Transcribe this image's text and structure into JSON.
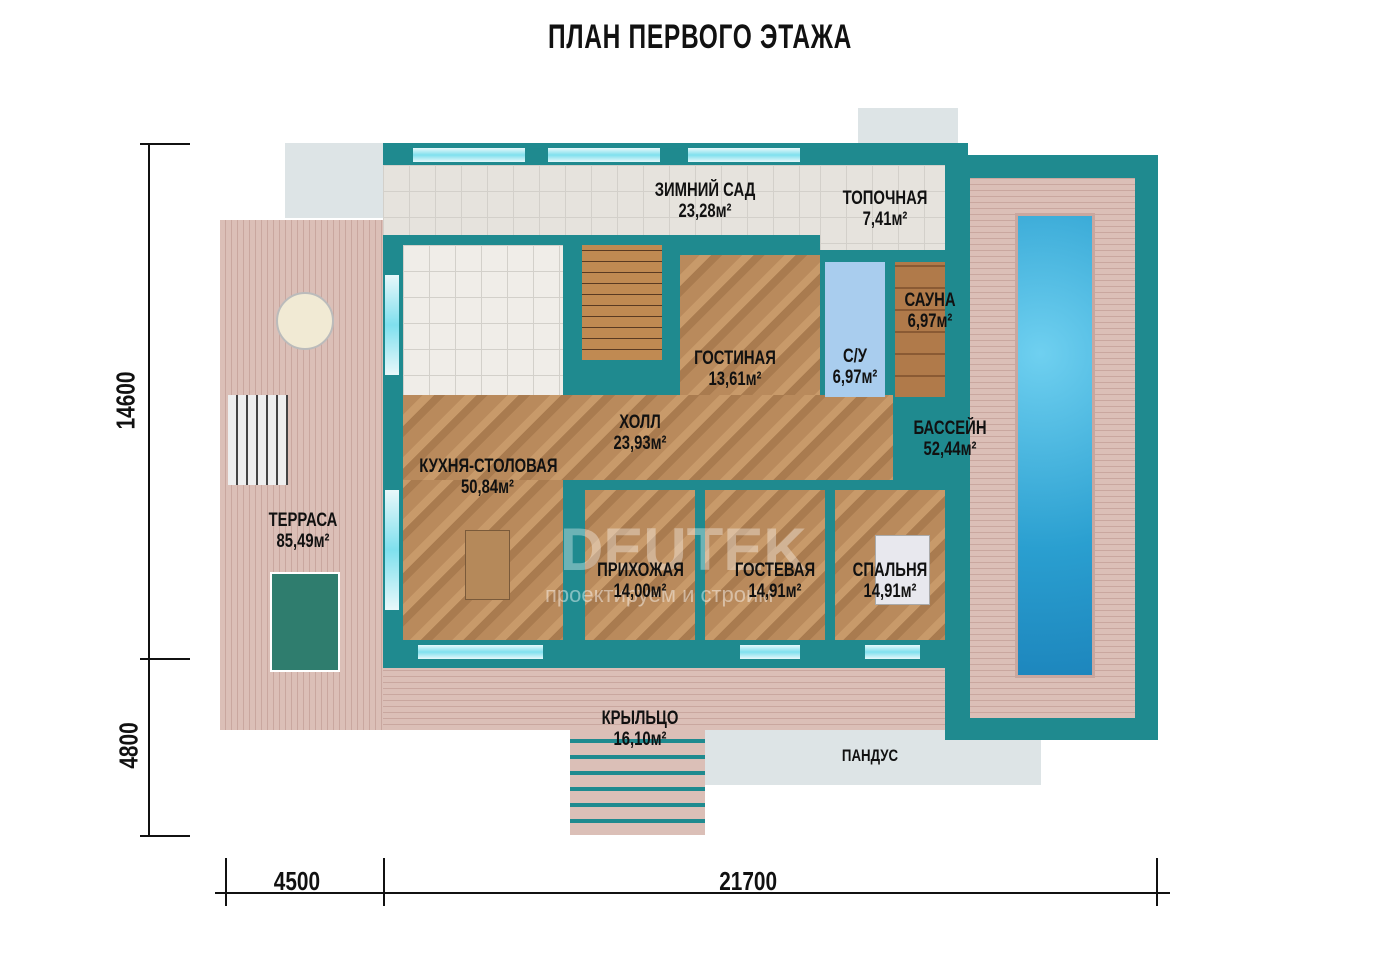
{
  "title": "ПЛАН ПЕРВОГО ЭТАЖА",
  "dimensions": {
    "height_main": "14600",
    "height_porch": "4800",
    "width_terrace": "4500",
    "width_main": "21700"
  },
  "rooms": {
    "winter_garden": {
      "name": "ЗИМНИЙ САД",
      "area": "23,28м²"
    },
    "boiler": {
      "name": "ТОПОЧНАЯ",
      "area": "7,41м²"
    },
    "sauna": {
      "name": "САУНА",
      "area": "6,97м²"
    },
    "bathroom": {
      "name": "С/У",
      "area": "6,97м²"
    },
    "living": {
      "name": "ГОСТИНАЯ",
      "area": "13,61м²"
    },
    "hall": {
      "name": "ХОЛЛ",
      "area": "23,93м²"
    },
    "pool": {
      "name": "БАССЕЙН",
      "area": "52,44м²"
    },
    "kitchen": {
      "name": "КУХНЯ-СТОЛОВАЯ",
      "area": "50,84м²"
    },
    "terrace": {
      "name": "ТЕРРАСА",
      "area": "85,49м²"
    },
    "entry": {
      "name": "ПРИХОЖАЯ",
      "area": "14,00м²"
    },
    "guest": {
      "name": "ГОСТЕВАЯ",
      "area": "14,91м²"
    },
    "bedroom": {
      "name": "СПАЛЬНЯ",
      "area": "14,91м²"
    },
    "porch": {
      "name": "КРЫЛЬЦО",
      "area": "16,10м²"
    },
    "ramp": {
      "name": "ПАНДУС"
    }
  },
  "watermark": {
    "brand": "DEUTEK",
    "slogan": "проектируем и строим"
  }
}
